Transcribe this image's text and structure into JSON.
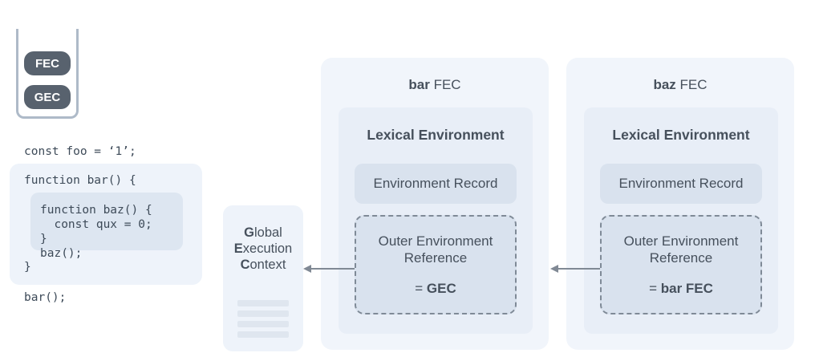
{
  "call_stack": {
    "frames": [
      "FEC",
      "GEC"
    ]
  },
  "code": {
    "line_foo": "const foo = ‘1’;",
    "line_bar_open": "function bar() {",
    "line_baz_open": "function baz() {",
    "line_qux": "  const qux = 0;",
    "line_baz_close": "}",
    "line_baz_call": "baz();",
    "line_bar_close": "}",
    "line_bar_call": "bar();"
  },
  "global_context": {
    "line1_initial": "G",
    "line1_rest": "lobal",
    "line2_initial": "E",
    "line2_rest": "xecution",
    "line3_initial": "C",
    "line3_rest": "ontext"
  },
  "bar_fec": {
    "name": "bar",
    "suffix": " FEC",
    "lexical_env": "Lexical Environment",
    "env_record": "Environment Record",
    "outer_ref_line1": "Outer Environment",
    "outer_ref_line2": "Reference",
    "outer_value_prefix": "= ",
    "outer_value": "GEC"
  },
  "baz_fec": {
    "name": "baz",
    "suffix": " FEC",
    "lexical_env": "Lexical Environment",
    "env_record": "Environment Record",
    "outer_ref_line1": "Outer Environment",
    "outer_ref_line2": "Reference",
    "outer_value_prefix": "= ",
    "outer_value": "bar FEC"
  },
  "colors": {
    "stack_frame": "#58626e",
    "panel_bg": "#f1f5fb",
    "arrow": "#808994"
  }
}
